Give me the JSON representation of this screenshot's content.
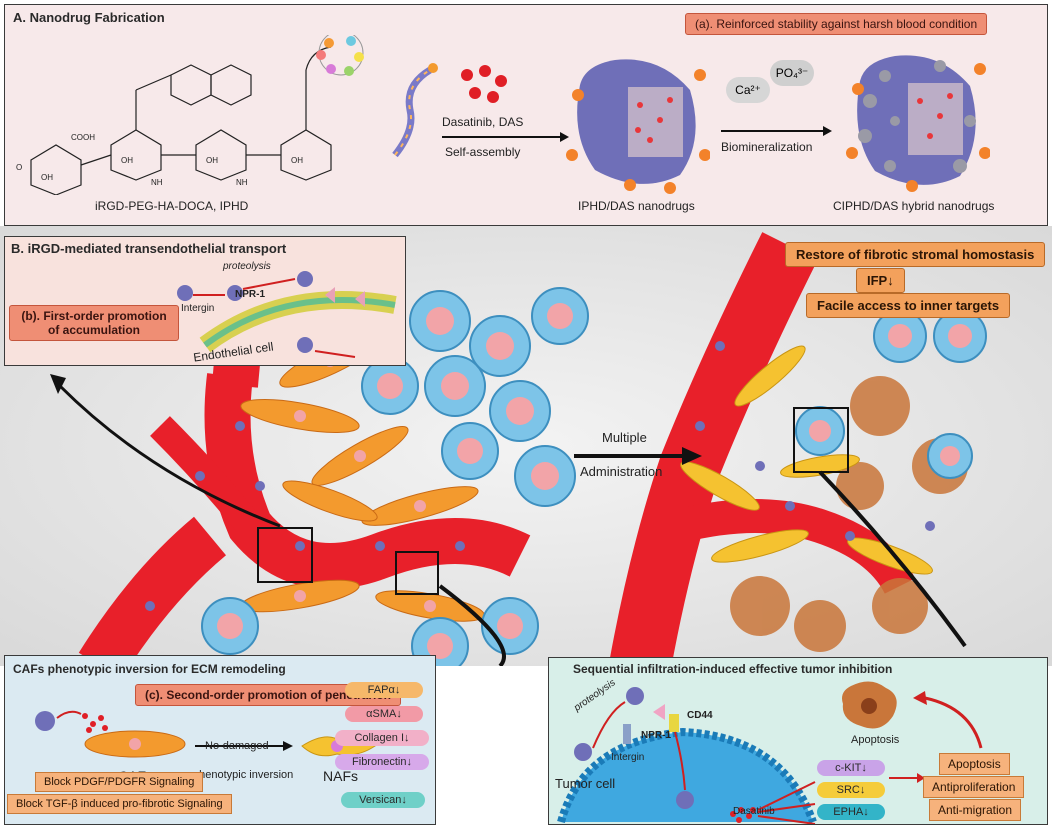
{
  "panel_a": {
    "title": "A. Nanodrug Fabrication",
    "stability_callout": "(a). Reinforced stability against harsh blood condition",
    "reagent_1": "Dasatinib, DAS",
    "reagent_2": "Self-assembly",
    "ion_1": "Ca²⁺",
    "ion_2": "PO₄³⁻",
    "process": "Biomineralization",
    "label_polymer": "iRGD-PEG-HA-DOCA, IPHD",
    "label_nano1": "IPHD/DAS nanodrugs",
    "label_nano2": "CIPHD/DAS hybrid nanodrugs"
  },
  "panel_b": {
    "title": "B. iRGD-mediated transendothelial transport",
    "callout": "(b). First-order promotion of accumulation",
    "proteolysis": "proteolysis",
    "npr1": "NPR-1",
    "intergin": "Intergin",
    "endothelial": "Endothelial cell"
  },
  "middle": {
    "multiple_line1": "Multiple",
    "multiple_line2": "Administration"
  },
  "right_callouts": {
    "restore": "Restore of fibrotic stromal homostasis",
    "ifp": "IFP↓",
    "access": "Facile access to inner targets"
  },
  "panel_c": {
    "title": "CAFs phenotypic inversion for ECM remodeling",
    "callout": "(c). Second-order promotion of penetrarion",
    "arrow_top": "No-damaged",
    "arrow_bottom": "phenotypic inversion",
    "cafs": "CAFs",
    "nafs": "NAFs",
    "block1": "Block PDGF/PDGFR Signaling",
    "block2": "Block TGF-β induced pro-fibrotic Signaling",
    "markers": [
      "FAPα↓",
      "αSMA↓",
      "Collagen I↓",
      "Fibronectin↓",
      "Versican↓"
    ]
  },
  "panel_d": {
    "title": "Sequential infiltration-induced effective tumor inhibition",
    "proteolysis": "proteolysis",
    "npr1": "NPR-1",
    "cd44": "CD44",
    "intergin": "Intergin",
    "tumor_cell": "Tumor cell",
    "dasatinib": "Dasatinib",
    "targets": [
      "c-KIT↓",
      "SRC↓",
      "EPHA↓"
    ],
    "outcomes": [
      "Apoptosis",
      "Antiproliferation",
      "Anti-migration"
    ],
    "apoptosis_label": "Apoptosis"
  },
  "colors": {
    "vessel": "#e8202a",
    "nanodrug": "#6f6fb8",
    "fibroblast": "#f39a2e",
    "tumor_cell": "#7dc4e8",
    "nucleus": "#f2a4a8"
  }
}
